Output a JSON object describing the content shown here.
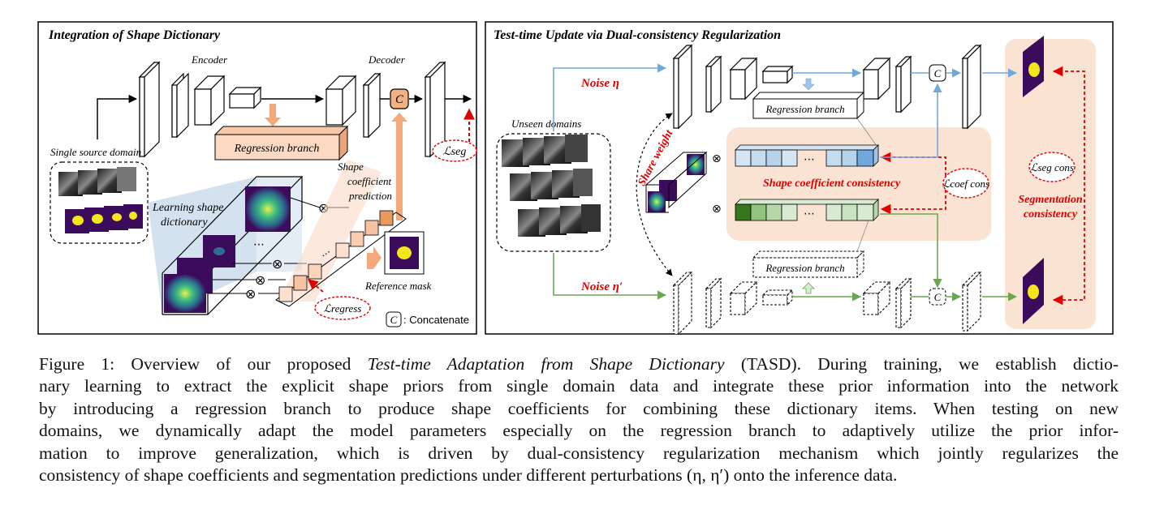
{
  "left_panel": {
    "title": "Integration of Shape Dictionary",
    "encoder_label": "Encoder",
    "decoder_label": "Decoder",
    "concat_symbol": "C",
    "loss_seg": "ℒseg",
    "regression_branch": "Regression branch",
    "source_label": "Single source domain",
    "learning_label_1": "Learning shape",
    "learning_label_2": "dictionary",
    "shape_coef_1": "Shape",
    "shape_coef_2": "coefficient",
    "shape_coef_3": "prediction",
    "reference_mask": "Reference mask",
    "loss_regress": "ℒregress",
    "legend_c": "C",
    "legend_text": ": Concatenate",
    "ellipsis": "⋯"
  },
  "right_panel": {
    "title": "Test-time Update via Dual-consistency Regularization",
    "noise_top": "Noise η",
    "noise_bottom": "Noise η′",
    "unseen_domains": "Unseen domains",
    "regression_branch_top": "Regression branch",
    "regression_branch_bottom": "Regression branch",
    "share_weight": "Share weight",
    "shape_coef_consistency": "Shape coefficient consistency",
    "loss_coef": "ℒcoef cons",
    "loss_seg_cons": "ℒseg cons",
    "seg_consistency_1": "Segmentation",
    "seg_consistency_2": "consistency",
    "concat_symbol": "C",
    "otimes": "⊗",
    "ellipsis": "⋯"
  },
  "caption": {
    "lines": [
      [
        "Figure 1: Overview of our proposed ",
        "Test-time Adaptation from Shape Dictionary",
        " (TASD). During training, we establish dictio-"
      ],
      [
        "nary learning to extract the explicit shape priors from single domain data and integrate these prior information into the network",
        "",
        ""
      ],
      [
        "by introducing a regression branch to produce shape coefficients for combining these dictionary items. When testing on new",
        "",
        ""
      ],
      [
        "domains, we dynamically adapt the model parameters especially on the regression branch to adaptively utilize the prior infor-",
        "",
        ""
      ],
      [
        "mation to improve generalization, which is driven by dual-consistency regularization mechanism which jointly regularizes the",
        "",
        ""
      ],
      [
        "consistency of shape coefficients and segmentation predictions under different perturbations (η, η′) onto the inference data.",
        "",
        ""
      ]
    ]
  },
  "colors": {
    "orange_arrow": "#f4a97a",
    "blue_arrow": "#6fa8dc",
    "green_arrow": "#6aa84f",
    "red_text": "#e00000",
    "salmon_bg": "#fbe3d3",
    "purple_mask": "#3b0b5c",
    "yellow_mask": "#f5e61c"
  }
}
